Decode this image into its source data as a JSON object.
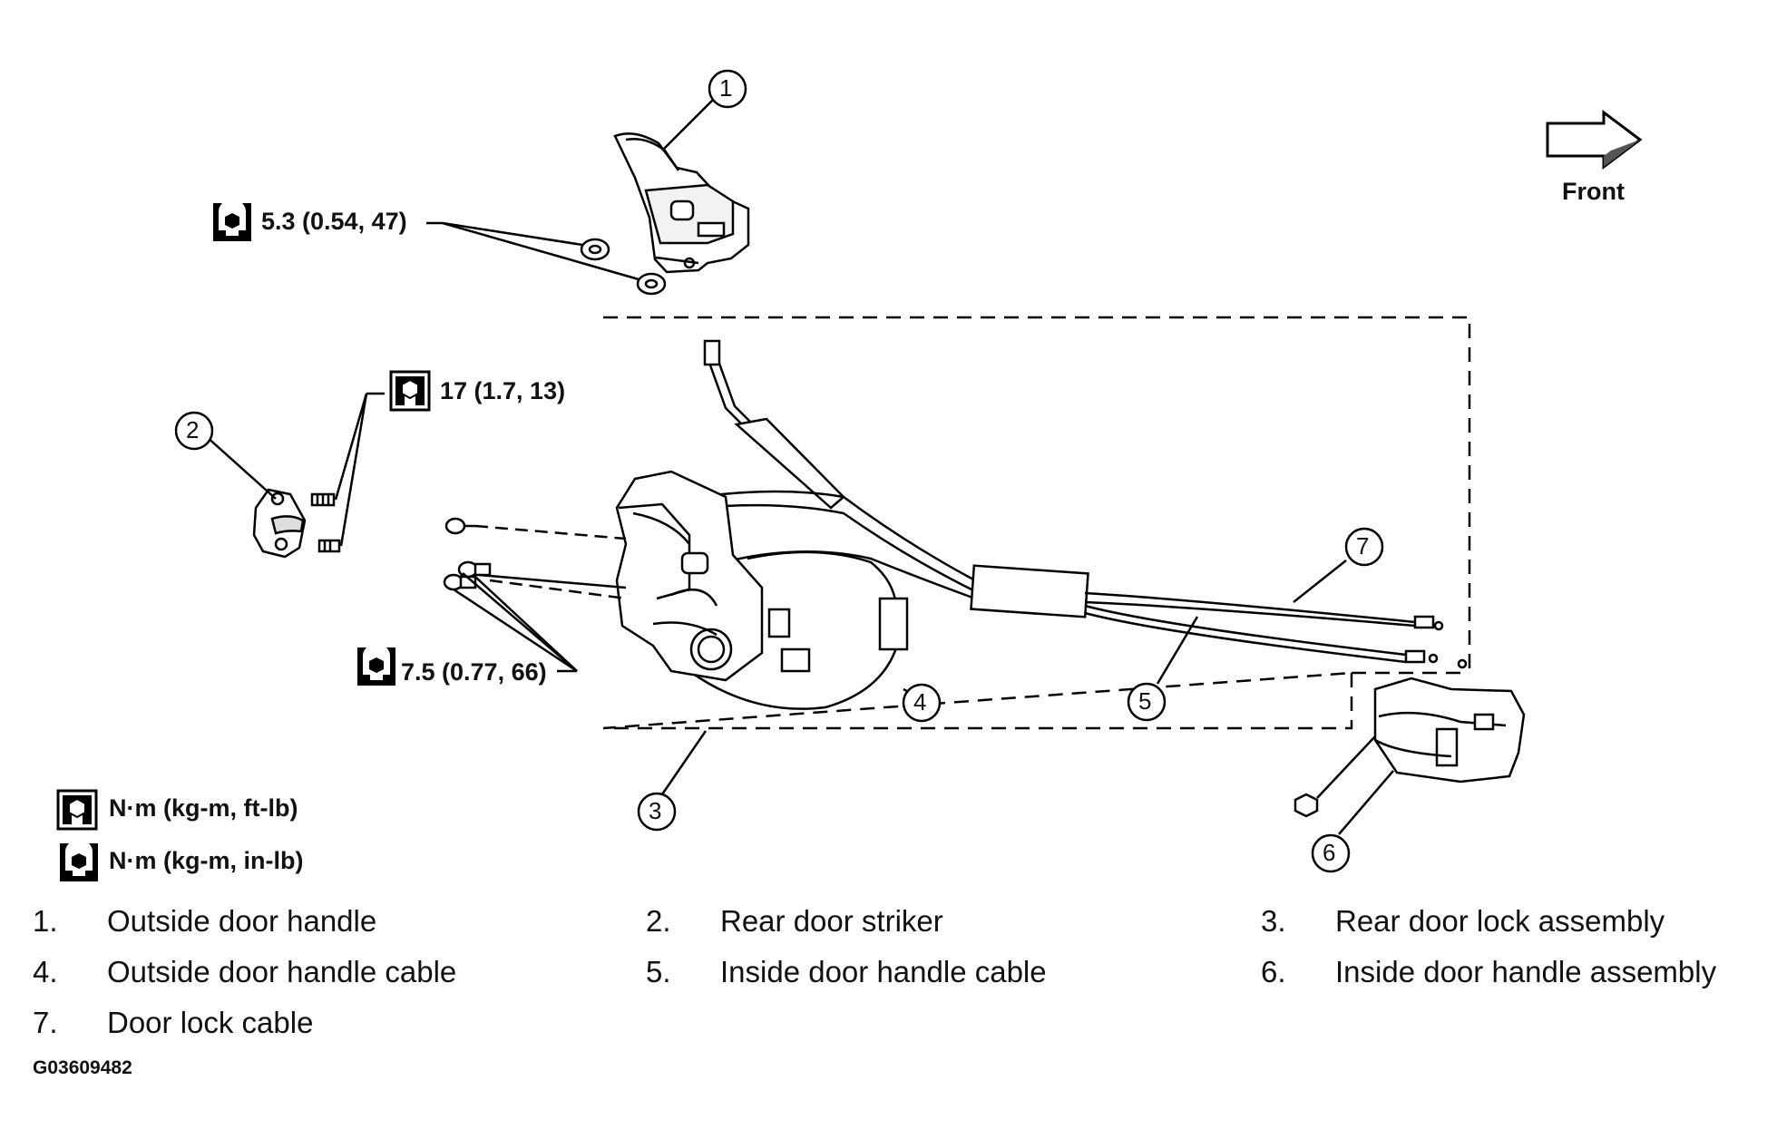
{
  "direction": {
    "label": "Front"
  },
  "torques": [
    {
      "id": "outside-handle-nuts",
      "value": "5.3 (0.54, 47)",
      "icon": "torque-wrench-solid-icon"
    },
    {
      "id": "striker-bolts",
      "value": "17 (1.7, 13)",
      "icon": "torque-wrench-outline-icon"
    },
    {
      "id": "lock-screws",
      "value": "7.5 (0.77, 66)",
      "icon": "torque-wrench-solid-icon"
    }
  ],
  "legend": [
    {
      "icon": "torque-wrench-outline-icon",
      "text": "N·m (kg-m, ft-lb)"
    },
    {
      "icon": "torque-wrench-solid-icon",
      "text": "N·m (kg-m, in-lb)"
    }
  ],
  "callouts": [
    "1",
    "2",
    "3",
    "4",
    "5",
    "6",
    "7"
  ],
  "parts": [
    {
      "num": "1.",
      "name": "Outside door handle"
    },
    {
      "num": "2.",
      "name": "Rear door striker"
    },
    {
      "num": "3.",
      "name": "Rear door lock assembly"
    },
    {
      "num": "4.",
      "name": "Outside door handle cable"
    },
    {
      "num": "5.",
      "name": "Inside door handle cable"
    },
    {
      "num": "6.",
      "name": "Inside door handle assembly"
    },
    {
      "num": "7.",
      "name": "Door lock cable"
    }
  ],
  "figure_id": "G03609482"
}
